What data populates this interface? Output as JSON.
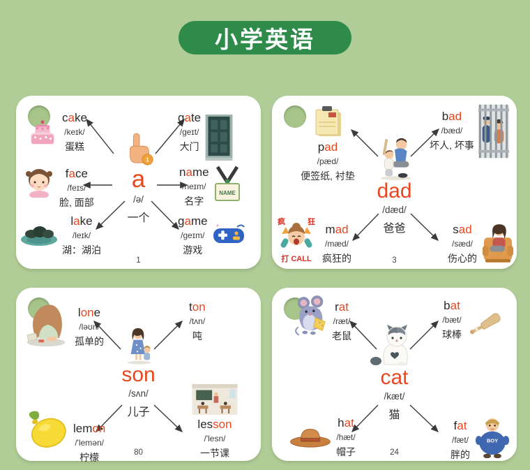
{
  "header": {
    "title": "小学英语"
  },
  "colors": {
    "page_background": "#b1cd97",
    "header_green": "#2e8b4a",
    "highlight_red": "#e8481f",
    "card_background": "#ffffff",
    "text_dark": "#2b2b2b"
  },
  "icon_labels": {
    "finger_badge": "1",
    "name_badge": "NAME",
    "mad_top_left": "疯",
    "mad_top_right": "狂",
    "mad_bottom": "打 CALL",
    "boy_shirt": "BOY"
  },
  "cards": [
    {
      "page_number": "1",
      "center": {
        "pre": "",
        "hl": "a",
        "post": "",
        "phonetic": "/ə/",
        "meaning": "一个",
        "icon": "pointing-finger"
      },
      "sats": [
        {
          "pre": "c",
          "hl": "a",
          "post": "ke",
          "phonetic": "/keɪk/",
          "meaning": "蛋糕",
          "icon": "cake"
        },
        {
          "pre": "g",
          "hl": "a",
          "post": "te",
          "phonetic": "/geɪt/",
          "meaning": "大门",
          "icon": "gate-door"
        },
        {
          "pre": "f",
          "hl": "a",
          "post": "ce",
          "phonetic": "/feɪs/",
          "meaning": "脸, 面部",
          "icon": "baby-face"
        },
        {
          "pre": "n",
          "hl": "a",
          "post": "me",
          "phonetic": "/neɪm/",
          "meaning": "名字",
          "icon": "name-badge"
        },
        {
          "pre": "l",
          "hl": "a",
          "post": "ke",
          "phonetic": "/leɪk/",
          "meaning": "湖：湖泊",
          "icon": "lake"
        },
        {
          "pre": "g",
          "hl": "a",
          "post": "me",
          "phonetic": "/geɪm/",
          "meaning": "游戏",
          "icon": "game-controller"
        }
      ]
    },
    {
      "page_number": "3",
      "center": {
        "pre": "",
        "hl": "dad",
        "post": "",
        "phonetic": "/dæd/",
        "meaning": "爸爸",
        "icon": "dad-and-child"
      },
      "sats": [
        {
          "pre": "p",
          "hl": "ad",
          "post": "",
          "phonetic": "/pæd/",
          "meaning": "便签纸, 衬垫",
          "icon": "notepad"
        },
        {
          "pre": "b",
          "hl": "ad",
          "post": "",
          "phonetic": "/bæd/",
          "meaning": "坏人, 坏事",
          "icon": "jail"
        },
        {
          "pre": "m",
          "hl": "ad",
          "post": "",
          "phonetic": "/mæd/",
          "meaning": "疯狂的",
          "icon": "mad-sticker"
        },
        {
          "pre": "s",
          "hl": "ad",
          "post": "",
          "phonetic": "/sæd/",
          "meaning": "伤心的",
          "icon": "sad-girl"
        }
      ]
    },
    {
      "page_number": "80",
      "center": {
        "pre": "",
        "hl": "son",
        "post": "",
        "phonetic": "/sʌn/",
        "meaning": "儿子",
        "icon": "mother-and-son"
      },
      "sats": [
        {
          "pre": "l",
          "hl": "on",
          "post": "e",
          "phonetic": "/ləʊn/",
          "meaning": "孤单的",
          "icon": "lonely-person"
        },
        {
          "pre": "t",
          "hl": "on",
          "post": "",
          "phonetic": "/tʌn/",
          "meaning": "吨",
          "icon": ""
        },
        {
          "pre": "lem",
          "hl": "on",
          "post": "",
          "phonetic": "/'lemən/",
          "meaning": "柠檬",
          "icon": "lemon"
        },
        {
          "pre": "les",
          "hl": "son",
          "post": "",
          "phonetic": "/'lesn/",
          "meaning": "一节课",
          "icon": "classroom"
        }
      ]
    },
    {
      "page_number": "24",
      "center": {
        "pre": "",
        "hl": "cat",
        "post": "",
        "phonetic": "/kæt/",
        "meaning": "猫",
        "icon": "cat"
      },
      "sats": [
        {
          "pre": "r",
          "hl": "at",
          "post": "",
          "phonetic": "/ræt/",
          "meaning": "老鼠",
          "icon": "rat"
        },
        {
          "pre": "b",
          "hl": "at",
          "post": "",
          "phonetic": "/bæt/",
          "meaning": "球棒",
          "icon": "baseball-bat"
        },
        {
          "pre": "h",
          "hl": "at",
          "post": "",
          "phonetic": "/hæt/",
          "meaning": "帽子",
          "icon": "cowboy-hat"
        },
        {
          "pre": "f",
          "hl": "at",
          "post": "",
          "phonetic": "/fæt/",
          "meaning": "胖的",
          "icon": "fat-boy"
        }
      ]
    }
  ]
}
